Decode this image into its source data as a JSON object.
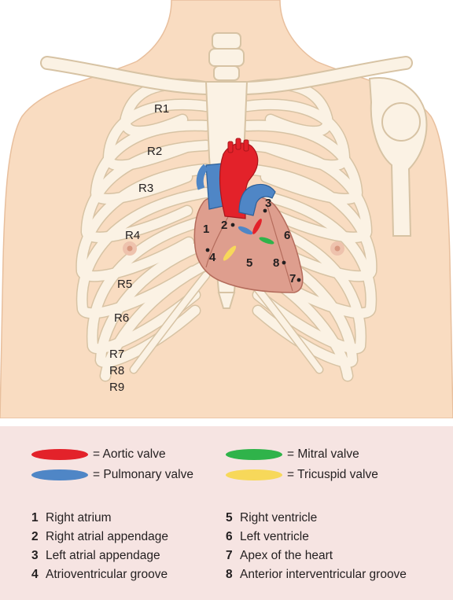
{
  "rib_labels": [
    "R1",
    "R2",
    "R3",
    "R4",
    "R5",
    "R6",
    "R7",
    "R8",
    "R9"
  ],
  "heart_markers": [
    "1",
    "2",
    "3",
    "4",
    "5",
    "6",
    "7",
    "8"
  ],
  "legend": {
    "valves": [
      {
        "symbol": "= Aortic valve",
        "color": "#e3222a"
      },
      {
        "symbol": "= Mitral valve",
        "color": "#2fb34a"
      },
      {
        "symbol": "= Pulmonary valve",
        "color": "#4f86c6"
      },
      {
        "symbol": "= Tricuspid valve",
        "color": "#f7d85a"
      }
    ],
    "parts": [
      {
        "num": "1",
        "label": "Right atrium"
      },
      {
        "num": "2",
        "label": "Right atrial appendage"
      },
      {
        "num": "3",
        "label": "Left atrial appendage"
      },
      {
        "num": "4",
        "label": "Atrioventricular groove"
      },
      {
        "num": "5",
        "label": "Right ventricle"
      },
      {
        "num": "6",
        "label": "Left ventricle"
      },
      {
        "num": "7",
        "label": "Apex of the heart"
      },
      {
        "num": "8",
        "label": "Anterior interventricular groove"
      }
    ]
  },
  "colors": {
    "skin": "#f9dcc1",
    "bone": "#fbf2e4",
    "heart": "#de9e8e",
    "legend_bg": "#f6e4e2"
  }
}
